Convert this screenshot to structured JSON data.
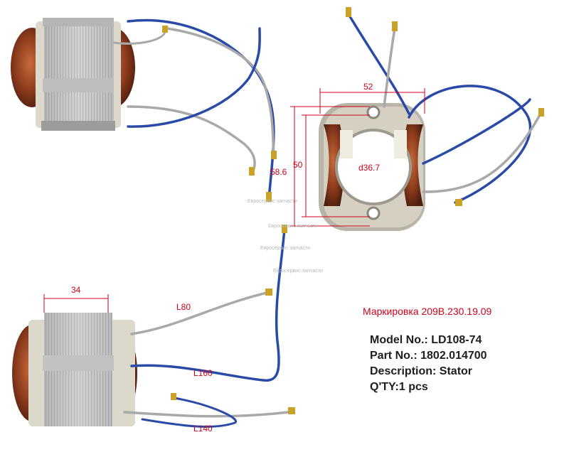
{
  "dimensions": {
    "outer_width": "52",
    "height_outer": "58.6",
    "height_inner": "50",
    "bore": "d36.7",
    "stack_width": "34"
  },
  "leads": {
    "l80": "L80",
    "l160": "L160",
    "l140": "L140"
  },
  "watermark": "Евросервис-запчасти",
  "marking": "Маркировка 209B.230.19.09",
  "info": {
    "model_label": "Model No.:",
    "model_value": "LD108-74",
    "part_label": "Part No.:",
    "part_value": "1802.014700",
    "desc_label": "Description:",
    "desc_value": "Stator",
    "qty_label": "Q'TY:",
    "qty_value": "1 pcs"
  },
  "colors": {
    "dimension_red": "#d0021b",
    "wire_blue": "#2a4aa8",
    "wire_grey": "#a9a9a9",
    "copper": "#8a3a1c",
    "lamination": "#c8c8c8"
  }
}
